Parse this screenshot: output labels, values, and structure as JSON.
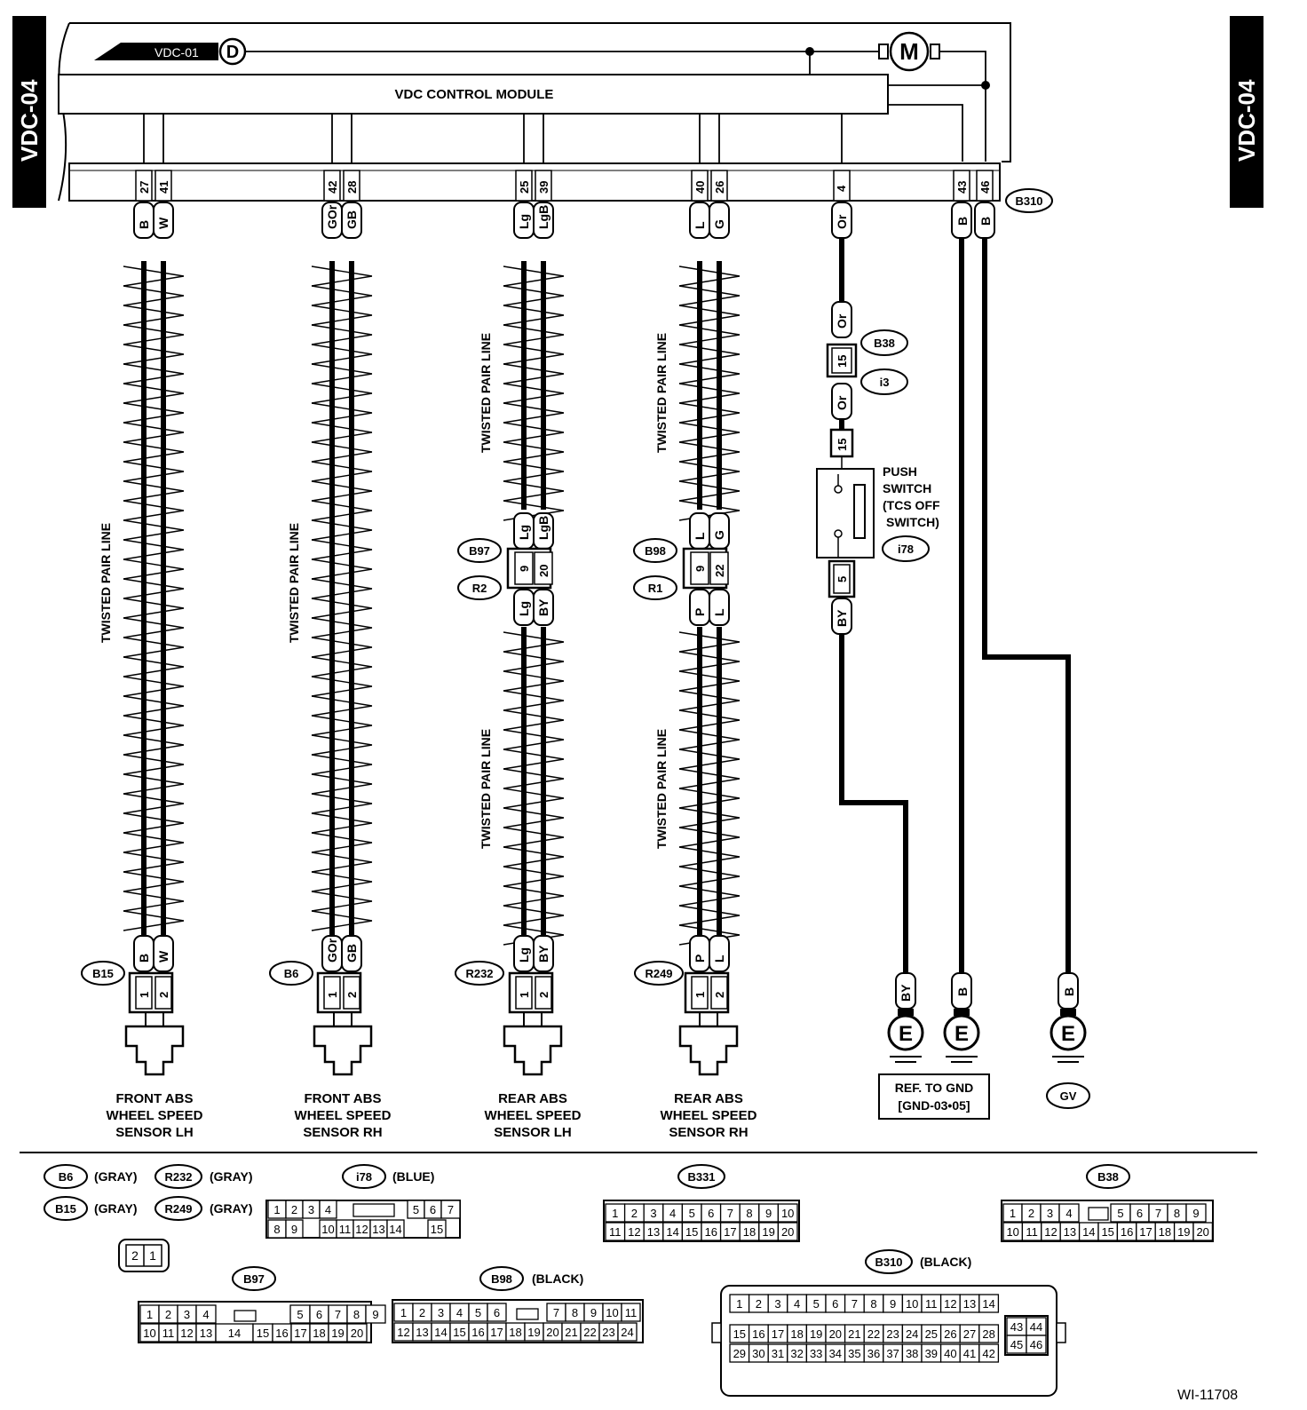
{
  "page_tags": {
    "left": "VDC-04",
    "right": "VDC-04"
  },
  "drawing_id": "WI-11708",
  "module": {
    "title": "VDC CONTROL MODULE",
    "ref": "VDC-01",
    "ref_marker": "D",
    "motor": "M",
    "connector": "B310"
  },
  "labels": {
    "twisted": "TWISTED PAIR LINE",
    "ref_gnd_1": "REF. TO GND",
    "ref_gnd_2": "[GND-03•05]",
    "gv": "GV",
    "ground": "E",
    "switch_1": "PUSH",
    "switch_2": "SWITCH",
    "switch_3": "(TCS OFF",
    "switch_4": "SWITCH)",
    "switch_conn": "i78",
    "b38": "B38",
    "i3": "i3",
    "pin15": "15",
    "pin5": "5"
  },
  "groups": [
    {
      "pins": [
        "27",
        "41"
      ],
      "top_wires": [
        "B",
        "W"
      ],
      "bottom_wires": [
        "B",
        "W"
      ],
      "sensor_conn": "B15",
      "name": [
        "FRONT ABS",
        "WHEEL SPEED",
        "SENSOR LH"
      ],
      "sensor_pins": [
        "1",
        "2"
      ]
    },
    {
      "pins": [
        "42",
        "28"
      ],
      "top_wires": [
        "GOr",
        "GB"
      ],
      "bottom_wires": [
        "GOr",
        "GB"
      ],
      "sensor_conn": "B6",
      "name": [
        "FRONT ABS",
        "WHEEL SPEED",
        "SENSOR RH"
      ],
      "sensor_pins": [
        "1",
        "2"
      ]
    },
    {
      "pins": [
        "25",
        "39"
      ],
      "top_wires": [
        "Lg",
        "LgB"
      ],
      "bottom_wires": [
        "Lg",
        "BY"
      ],
      "sensor_conn": "R232",
      "name": [
        "REAR ABS",
        "WHEEL SPEED",
        "SENSOR LH"
      ],
      "sensor_pins": [
        "1",
        "2"
      ],
      "joint": {
        "conn_top": "B97",
        "conn_bottom": "R2",
        "pins": [
          "9",
          "20"
        ],
        "upper_wires": [
          "Lg",
          "LgB"
        ],
        "lower_wires": [
          "Lg",
          "BY"
        ]
      }
    },
    {
      "pins": [
        "40",
        "26"
      ],
      "top_wires": [
        "L",
        "G"
      ],
      "bottom_wires": [
        "P",
        "L"
      ],
      "sensor_conn": "R249",
      "name": [
        "REAR ABS",
        "WHEEL SPEED",
        "SENSOR RH"
      ],
      "sensor_pins": [
        "1",
        "2"
      ],
      "joint": {
        "conn_top": "B98",
        "conn_bottom": "R1",
        "pins": [
          "9",
          "22"
        ],
        "upper_wires": [
          "L",
          "G"
        ],
        "lower_wires": [
          "P",
          "L"
        ]
      }
    }
  ],
  "single_wires": [
    {
      "pin": "4",
      "wire": "Or",
      "wire2": "Or",
      "wire3": "BY"
    },
    {
      "pin": "43",
      "wire": "B",
      "bottom": "B"
    },
    {
      "pin": "46",
      "wire": "B",
      "bottom": "B"
    }
  ],
  "legend": {
    "b6": "B6",
    "b15": "B15",
    "r232": "R232",
    "r249": "R249",
    "gray": "(GRAY)",
    "i78": "i78",
    "blue": "(BLUE)",
    "b331": "B331",
    "b38": "B38",
    "b97": "B97",
    "b98": "B98",
    "b310": "B310",
    "black": "(BLACK)",
    "two_pin": [
      "2",
      "1"
    ],
    "i78_row1": [
      "1",
      "2",
      "3",
      "4",
      "5",
      "6",
      "7"
    ],
    "i78_row2": [
      "8",
      "9",
      "10",
      "11",
      "12",
      "13",
      "14",
      "15"
    ],
    "b331_row1": [
      "1",
      "2",
      "3",
      "4",
      "5",
      "6",
      "7",
      "8",
      "9",
      "10"
    ],
    "b331_row2": [
      "11",
      "12",
      "13",
      "14",
      "15",
      "16",
      "17",
      "18",
      "19",
      "20"
    ],
    "b38_row1": [
      "1",
      "2",
      "3",
      "4",
      "5",
      "6",
      "7",
      "8",
      "9"
    ],
    "b38_row2": [
      "10",
      "11",
      "12",
      "13",
      "14",
      "15",
      "16",
      "17",
      "18",
      "19",
      "20"
    ],
    "b97_row1": [
      "1",
      "2",
      "3",
      "4",
      "5",
      "6",
      "7",
      "8",
      "9"
    ],
    "b97_row2": [
      "10",
      "11",
      "12",
      "13",
      "14",
      "15",
      "16",
      "17",
      "18",
      "19",
      "20"
    ],
    "b98_row1": [
      "1",
      "2",
      "3",
      "4",
      "5",
      "6",
      "7",
      "8",
      "9",
      "10",
      "11"
    ],
    "b98_row2": [
      "12",
      "13",
      "14",
      "15",
      "16",
      "17",
      "18",
      "19",
      "20",
      "21",
      "22",
      "23",
      "24"
    ],
    "b310_row1": [
      "1",
      "2",
      "3",
      "4",
      "5",
      "6",
      "7",
      "8",
      "9",
      "10",
      "11",
      "12",
      "13",
      "14"
    ],
    "b310_row2": [
      "15",
      "16",
      "17",
      "18",
      "19",
      "20",
      "21",
      "22",
      "23",
      "24",
      "25",
      "26",
      "27",
      "28"
    ],
    "b310_row3": [
      "29",
      "30",
      "31",
      "32",
      "33",
      "34",
      "35",
      "36",
      "37",
      "38",
      "39",
      "40",
      "41",
      "42"
    ],
    "b310_side": [
      "43",
      "44",
      "45",
      "46"
    ]
  }
}
